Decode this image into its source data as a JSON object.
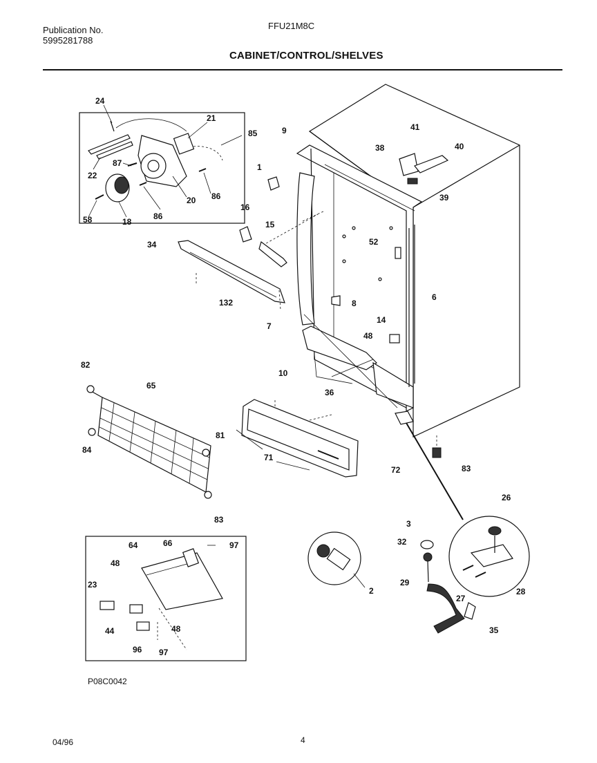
{
  "header": {
    "publication_label": "Publication No.",
    "publication_number": "5995281788",
    "model": "FFU21M8C",
    "section_title": "CABINET/CONTROL/SHELVES"
  },
  "footer": {
    "drawing_code": "P08C0042",
    "date": "04/96",
    "page": "4"
  },
  "callouts": {
    "c24": "24",
    "c21": "21",
    "c85": "85",
    "c22": "22",
    "c87": "87",
    "c20": "20",
    "c86a": "86",
    "c58": "58",
    "c18": "18",
    "c86b": "86",
    "c1": "1",
    "c16": "16",
    "c15": "15",
    "c34": "34",
    "c132": "132",
    "c9": "9",
    "c41": "41",
    "c38": "38",
    "c40": "40",
    "c39": "39",
    "c52": "52",
    "c8": "8",
    "c6": "6",
    "c7": "7",
    "c14": "14",
    "c48a": "48",
    "c10": "10",
    "c36": "36",
    "c82": "82",
    "c65": "65",
    "c81": "81",
    "c84": "84",
    "c83a": "83",
    "c71": "71",
    "c72": "72",
    "c83b": "83",
    "c64": "64",
    "c66": "66",
    "c97a": "97",
    "c48b": "48",
    "c23": "23",
    "c44": "44",
    "c48c": "48",
    "c96": "96",
    "c97b": "97",
    "c2": "2",
    "c3": "3",
    "c32": "32",
    "c29": "29",
    "c26": "26",
    "c27": "27",
    "c28": "28",
    "c35": "35"
  }
}
